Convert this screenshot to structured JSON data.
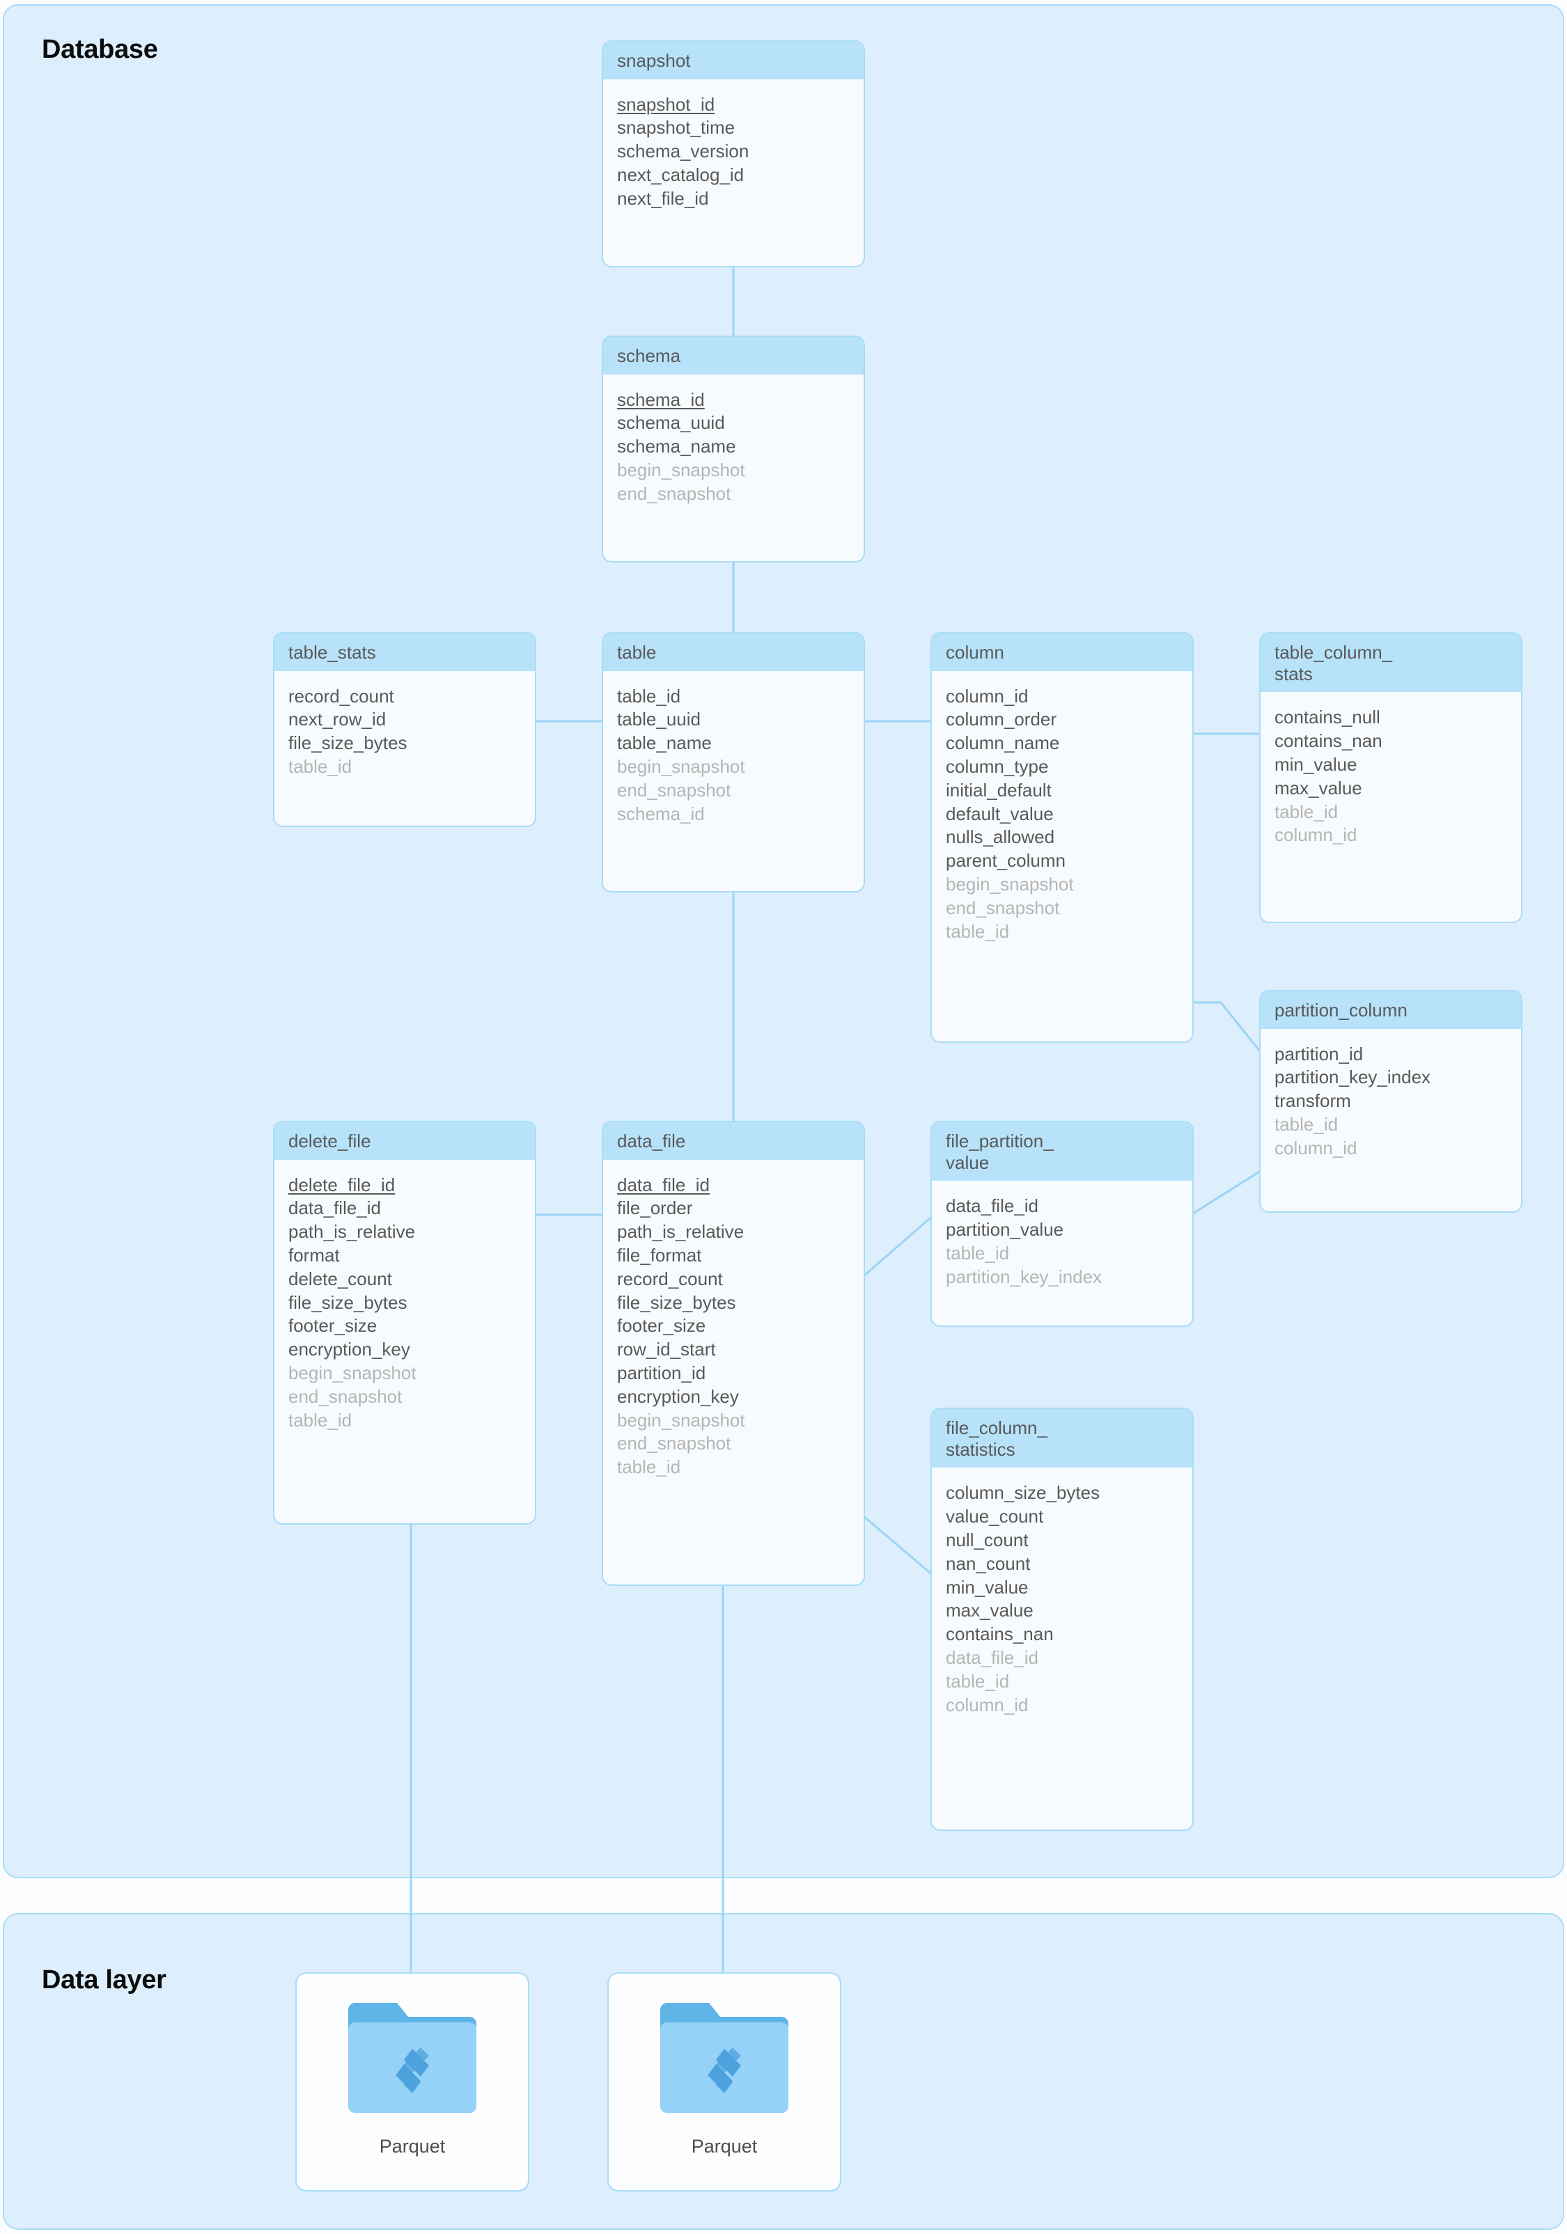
{
  "panels": {
    "database": {
      "title": "Database"
    },
    "data_layer": {
      "title": "Data layer"
    }
  },
  "entities": {
    "snapshot": {
      "name": "snapshot",
      "fields": [
        {
          "label": "snapshot_id",
          "key": "pk"
        },
        {
          "label": "snapshot_time",
          "key": ""
        },
        {
          "label": "schema_version",
          "key": ""
        },
        {
          "label": "next_catalog_id",
          "key": ""
        },
        {
          "label": "next_file_id",
          "key": ""
        }
      ]
    },
    "schema": {
      "name": "schema",
      "fields": [
        {
          "label": "schema_id",
          "key": "pk"
        },
        {
          "label": "schema_uuid",
          "key": ""
        },
        {
          "label": "schema_name",
          "key": ""
        },
        {
          "label": "begin_snapshot",
          "key": "fk"
        },
        {
          "label": "end_snapshot",
          "key": "fk"
        }
      ]
    },
    "table_stats": {
      "name": "table_stats",
      "fields": [
        {
          "label": "record_count",
          "key": ""
        },
        {
          "label": "next_row_id",
          "key": ""
        },
        {
          "label": "file_size_bytes",
          "key": ""
        },
        {
          "label": "table_id",
          "key": "fk"
        }
      ]
    },
    "table": {
      "name": "table",
      "fields": [
        {
          "label": "table_id",
          "key": ""
        },
        {
          "label": "table_uuid",
          "key": ""
        },
        {
          "label": "table_name",
          "key": ""
        },
        {
          "label": "begin_snapshot",
          "key": "fk"
        },
        {
          "label": "end_snapshot",
          "key": "fk"
        },
        {
          "label": "schema_id",
          "key": "fk"
        }
      ]
    },
    "column": {
      "name": "column",
      "fields": [
        {
          "label": "column_id",
          "key": ""
        },
        {
          "label": "column_order",
          "key": ""
        },
        {
          "label": "column_name",
          "key": ""
        },
        {
          "label": "column_type",
          "key": ""
        },
        {
          "label": "initial_default",
          "key": ""
        },
        {
          "label": "default_value",
          "key": ""
        },
        {
          "label": "nulls_allowed",
          "key": ""
        },
        {
          "label": "parent_column",
          "key": ""
        },
        {
          "label": "begin_snapshot",
          "key": "fk"
        },
        {
          "label": "end_snapshot",
          "key": "fk"
        },
        {
          "label": "table_id",
          "key": "fk"
        }
      ]
    },
    "table_column_stats": {
      "name": "table_column_\nstats",
      "fields": [
        {
          "label": "contains_null",
          "key": ""
        },
        {
          "label": "contains_nan",
          "key": ""
        },
        {
          "label": "min_value",
          "key": ""
        },
        {
          "label": "max_value",
          "key": ""
        },
        {
          "label": "table_id",
          "key": "fk"
        },
        {
          "label": "column_id",
          "key": "fk"
        }
      ]
    },
    "partition_column": {
      "name": "partition_column",
      "fields": [
        {
          "label": "partition_id",
          "key": ""
        },
        {
          "label": "partition_key_index",
          "key": ""
        },
        {
          "label": "transform",
          "key": ""
        },
        {
          "label": "table_id",
          "key": "fk"
        },
        {
          "label": "column_id",
          "key": "fk"
        }
      ]
    },
    "delete_file": {
      "name": "delete_file",
      "fields": [
        {
          "label": "delete_file_id",
          "key": "pk"
        },
        {
          "label": "data_file_id",
          "key": ""
        },
        {
          "label": "path_is_relative",
          "key": ""
        },
        {
          "label": "format",
          "key": ""
        },
        {
          "label": "delete_count",
          "key": ""
        },
        {
          "label": "file_size_bytes",
          "key": ""
        },
        {
          "label": "footer_size",
          "key": ""
        },
        {
          "label": "encryption_key",
          "key": ""
        },
        {
          "label": "begin_snapshot",
          "key": "fk"
        },
        {
          "label": "end_snapshot",
          "key": "fk"
        },
        {
          "label": "table_id",
          "key": "fk"
        }
      ]
    },
    "data_file": {
      "name": "data_file",
      "fields": [
        {
          "label": "data_file_id",
          "key": "pk"
        },
        {
          "label": "file_order",
          "key": ""
        },
        {
          "label": "path_is_relative",
          "key": ""
        },
        {
          "label": "file_format",
          "key": ""
        },
        {
          "label": "record_count",
          "key": ""
        },
        {
          "label": "file_size_bytes",
          "key": ""
        },
        {
          "label": "footer_size",
          "key": ""
        },
        {
          "label": "row_id_start",
          "key": ""
        },
        {
          "label": "partition_id",
          "key": ""
        },
        {
          "label": "encryption_key",
          "key": ""
        },
        {
          "label": "begin_snapshot",
          "key": "fk"
        },
        {
          "label": "end_snapshot",
          "key": "fk"
        },
        {
          "label": "table_id",
          "key": "fk"
        }
      ]
    },
    "file_partition_value": {
      "name": "file_partition_\nvalue",
      "fields": [
        {
          "label": "data_file_id",
          "key": ""
        },
        {
          "label": "partition_value",
          "key": ""
        },
        {
          "label": "table_id",
          "key": "fk"
        },
        {
          "label": "partition_key_index",
          "key": "fk"
        }
      ]
    },
    "file_column_statistics": {
      "name": "file_column_\nstatistics",
      "fields": [
        {
          "label": "column_size_bytes",
          "key": ""
        },
        {
          "label": "value_count",
          "key": ""
        },
        {
          "label": "null_count",
          "key": ""
        },
        {
          "label": "nan_count",
          "key": ""
        },
        {
          "label": "min_value",
          "key": ""
        },
        {
          "label": "max_value",
          "key": ""
        },
        {
          "label": "contains_nan",
          "key": ""
        },
        {
          "label": "data_file_id",
          "key": "fk"
        },
        {
          "label": "table_id",
          "key": "fk"
        },
        {
          "label": "column_id",
          "key": "fk"
        }
      ]
    }
  },
  "files": [
    {
      "label": "Parquet",
      "icon": "parquet-folder-icon"
    },
    {
      "label": "Parquet",
      "icon": "parquet-folder-icon"
    }
  ],
  "colors": {
    "panel_bg": "#ddeffc",
    "panel_border": "#a9dcf7",
    "entity_header": "#b7e2f9",
    "entity_body": "#f7fbfe",
    "entity_border": "#a9dcf7",
    "link": "#9ad4f5",
    "field_text": "#595959",
    "fk_text": "#b5b5b5",
    "folder_tab": "#5fb4e8",
    "folder_body": "#96d2f7",
    "parquet_glyph": "#4a9fdc"
  }
}
